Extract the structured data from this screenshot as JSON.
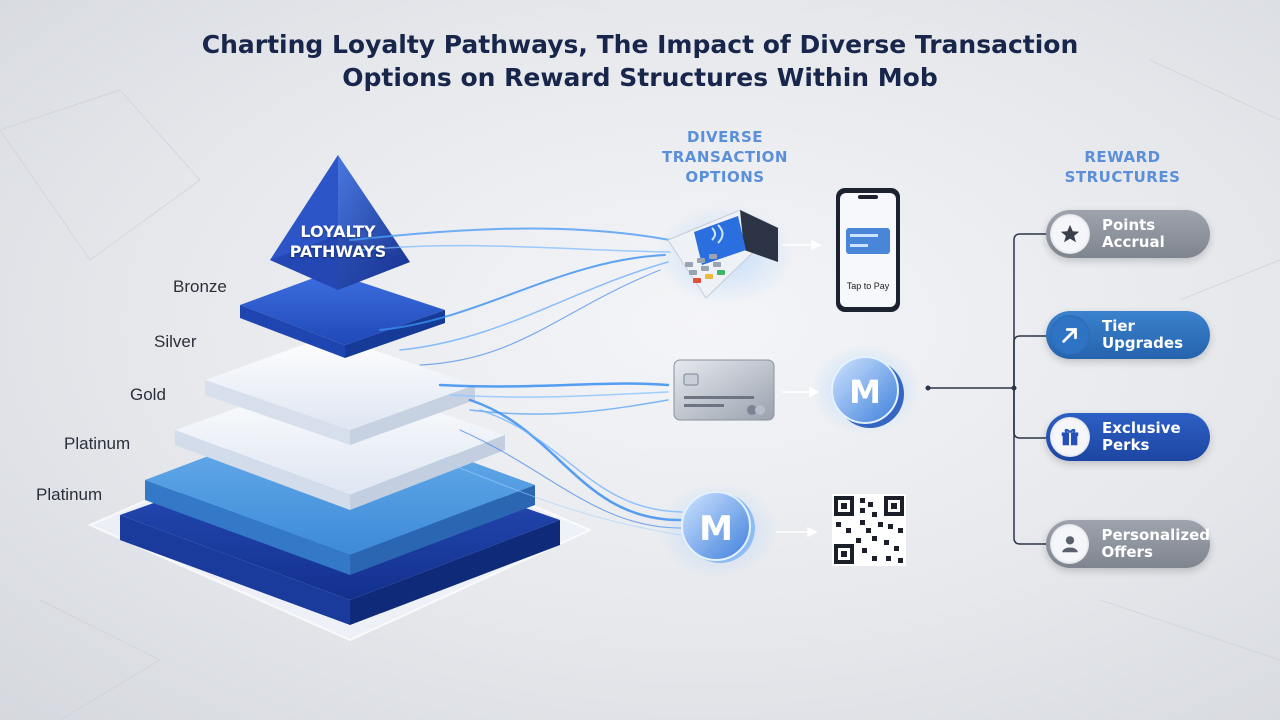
{
  "title": {
    "line1": "Charting Loyalty Pathways, The Impact of Diverse Transaction",
    "line2": "Options on Reward Structures Within Mob"
  },
  "pyramid": {
    "apex_line1": "LOYALTY",
    "apex_line2": "PATHWAYS",
    "tiers": [
      "Bronze",
      "Silver",
      "Gold",
      "Platinum",
      "Platinum"
    ]
  },
  "transactions": {
    "heading_line1": "DIVERSE",
    "heading_line2": "TRANSACTION",
    "heading_line3": "OPTIONS",
    "phone_screen_text": "Tap to Pay"
  },
  "rewards": {
    "heading_line1": "REWARD",
    "heading_line2": "STRUCTURES",
    "items": [
      {
        "line1": "Points",
        "line2": "Accrual",
        "icon": "star-icon"
      },
      {
        "line1": "Tier",
        "line2": "Upgrades",
        "icon": "arrow-up-right-icon"
      },
      {
        "line1": "Exclusive",
        "line2": "Perks",
        "icon": "gift-icon"
      },
      {
        "line1": "Personalized",
        "line2": "Offers",
        "icon": "user-icon"
      }
    ]
  },
  "colors": {
    "title": "#17264a",
    "heading": "#5b8fd8",
    "pyramid_dark": "#1d3fa8",
    "pyramid_light": "#e9eef7",
    "flow": "#3a8ef0"
  }
}
